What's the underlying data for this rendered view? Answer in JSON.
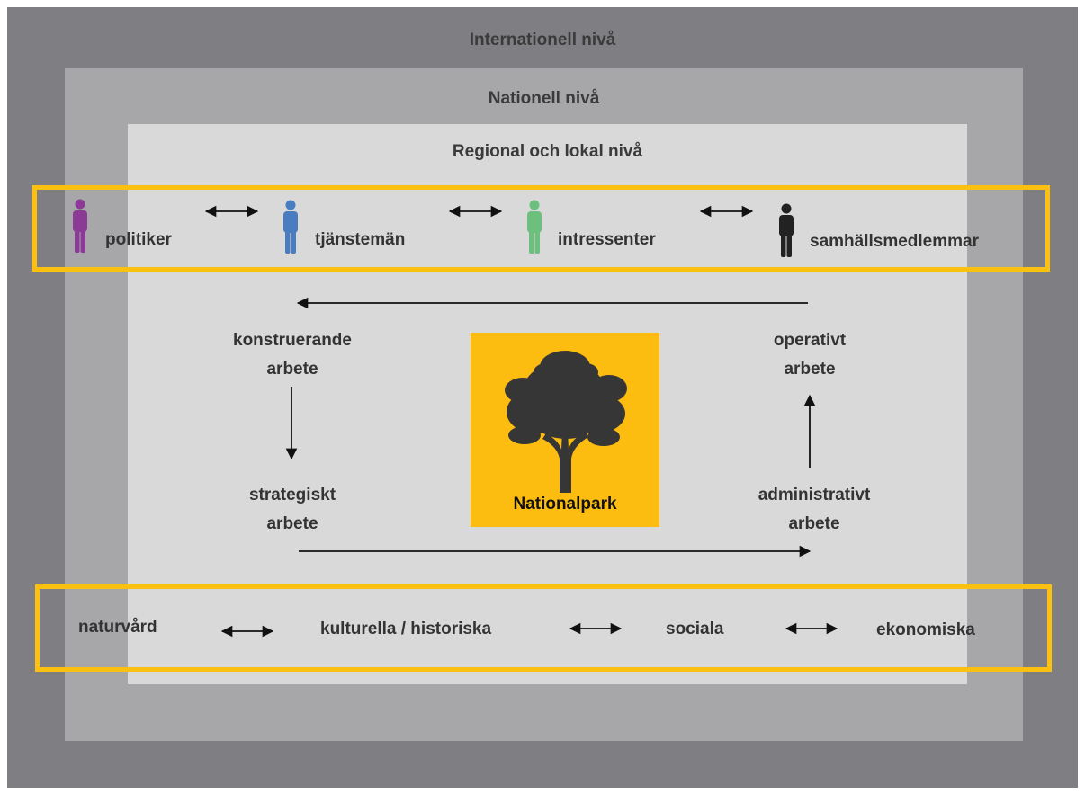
{
  "levels": {
    "international": "Internationell nivå",
    "national": "Nationell nivå",
    "regional": "Regional och lokal nivå"
  },
  "actors": [
    {
      "label": "politiker",
      "color": "#8b3a96"
    },
    {
      "label": "tjänstemän",
      "color": "#4a7cc0"
    },
    {
      "label": "intressenter",
      "color": "#6cbf7c"
    },
    {
      "label": "samhällsmedlemmar",
      "color": "#222222"
    }
  ],
  "cycle": {
    "construct_line1": "konstruerande",
    "construct_line2": "arbete",
    "strategic_line1": "strategiskt",
    "strategic_line2": "arbete",
    "operative_line1": "operativt",
    "operative_line2": "arbete",
    "admin_line1": "administrativt",
    "admin_line2": "arbete"
  },
  "center_sign": {
    "label": "Nationalpark",
    "color": "#fcbd10"
  },
  "values": [
    "naturvård",
    "kulturella / historiska",
    "sociala",
    "ekonomiska"
  ],
  "colors": {
    "outer": "#7f7f83",
    "middle": "#a7a7aa",
    "inner": "#d9d9d9",
    "highlight": "#fcc010"
  }
}
